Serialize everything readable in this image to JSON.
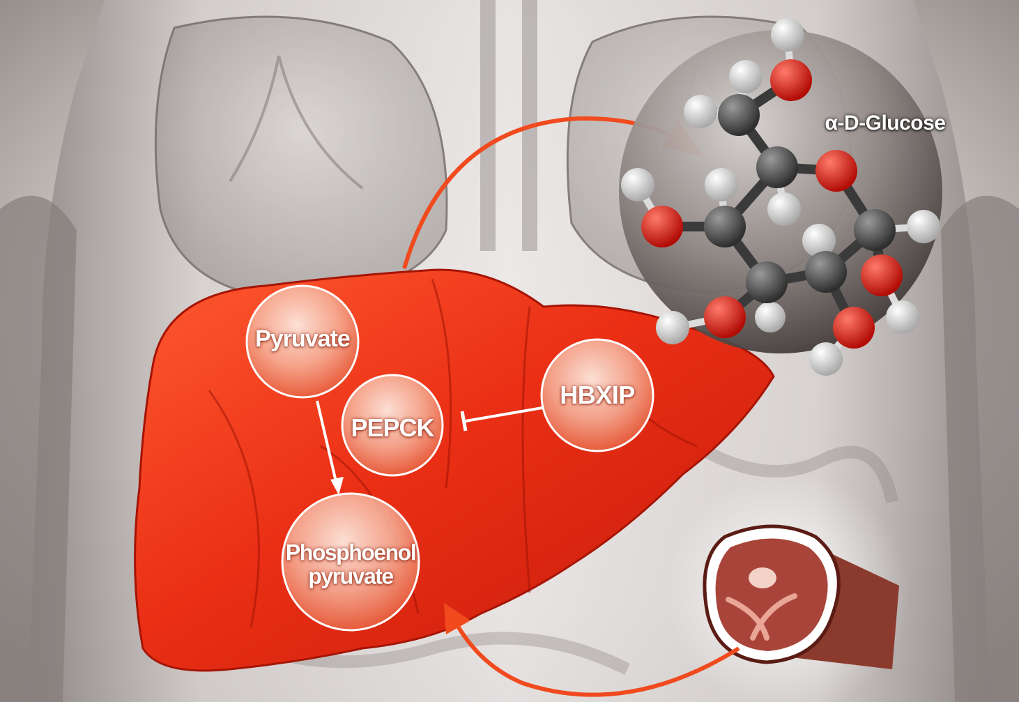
{
  "diagram": {
    "nodes": {
      "pyruvate": "Pyruvate",
      "pepck": "PEPCK",
      "hbxip": "HBXIP",
      "pep": "Phosphoenol\npyruvate"
    },
    "glucose_label": "α-D-Glucose",
    "edges": [
      {
        "from": "pyruvate",
        "to": "pep",
        "type": "activation-arrow"
      },
      {
        "from": "hbxip",
        "to": "pepck",
        "type": "inhibition-bar"
      },
      {
        "from": "liver",
        "to": "glucose",
        "type": "curved-arrow"
      },
      {
        "from": "muscle",
        "to": "liver",
        "type": "curved-arrow"
      }
    ],
    "colors": {
      "liver": "#e8331a",
      "arrow": "#f04a1e",
      "node_fill": "#f6c2b0",
      "carbon": "#4a4a4a",
      "oxygen": "#e01a10",
      "hydrogen": "#f0f0f0",
      "muscle": "#8b3a2e"
    }
  }
}
